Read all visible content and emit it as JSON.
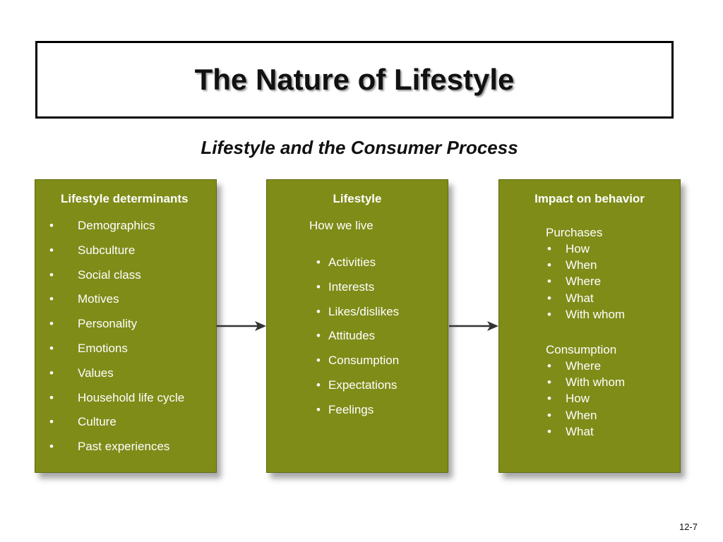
{
  "title": "The Nature of Lifestyle",
  "subtitle": "Lifestyle and the Consumer Process",
  "slide_number": "12-7",
  "colors": {
    "panel": "#7f8c18",
    "panel_text": "#ffffff",
    "arrow": "#333333"
  },
  "panels": {
    "determinants": {
      "title": "Lifestyle determinants",
      "items": [
        "Demographics",
        "Subculture",
        "Social class",
        "Motives",
        "Personality",
        "Emotions",
        "Values",
        "Household life cycle",
        "Culture",
        "Past experiences"
      ]
    },
    "lifestyle": {
      "title": "Lifestyle",
      "subhead": "How we live",
      "items": [
        "Activities",
        "Interests",
        "Likes/dislikes",
        "Attitudes",
        "Consumption",
        "Expectations",
        "Feelings"
      ]
    },
    "impact": {
      "title": "Impact on behavior",
      "purchases": {
        "label": "Purchases",
        "items": [
          "How",
          "When",
          "Where",
          "What",
          "With whom"
        ]
      },
      "consumption": {
        "label": "Consumption",
        "items": [
          "Where",
          "With whom",
          "How",
          "When",
          "What"
        ]
      }
    }
  },
  "bullet": "•"
}
